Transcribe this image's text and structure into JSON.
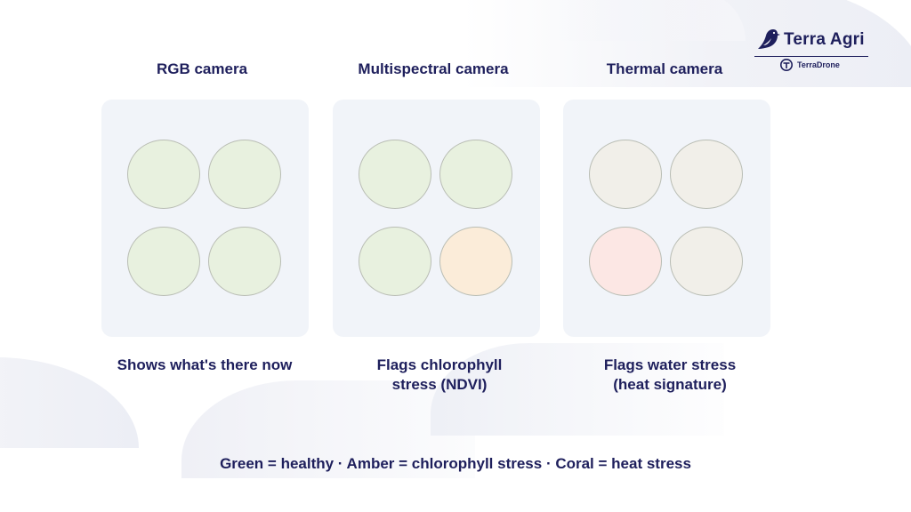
{
  "brand": {
    "name": "Terra Agri",
    "sub": "TerraDrone",
    "bird_icon": "bird-logo-icon",
    "drone_icon": "drone-logo-icon"
  },
  "columns": [
    {
      "title": "RGB camera",
      "caption_lines": [
        "Shows what's there now"
      ],
      "circles": [
        "green",
        "green",
        "green",
        "green"
      ]
    },
    {
      "title": "Multispectral camera",
      "caption_lines": [
        "Flags chlorophyll",
        "stress (NDVI)"
      ],
      "circles": [
        "green",
        "green",
        "green",
        "amber"
      ]
    },
    {
      "title": "Thermal camera",
      "caption_lines": [
        "Flags water stress",
        "(heat signature)"
      ],
      "circles": [
        "neutral",
        "neutral",
        "coral",
        "neutral"
      ]
    }
  ],
  "legend": "Green = healthy · Amber = chlorophyll stress · Coral = heat stress",
  "colors": {
    "green": "#e8f1df",
    "amber": "#fbecd9",
    "coral": "#fce7e4",
    "neutral": "#f1efe9",
    "text": "#1e1f5c",
    "panel": "#f1f4f9"
  }
}
